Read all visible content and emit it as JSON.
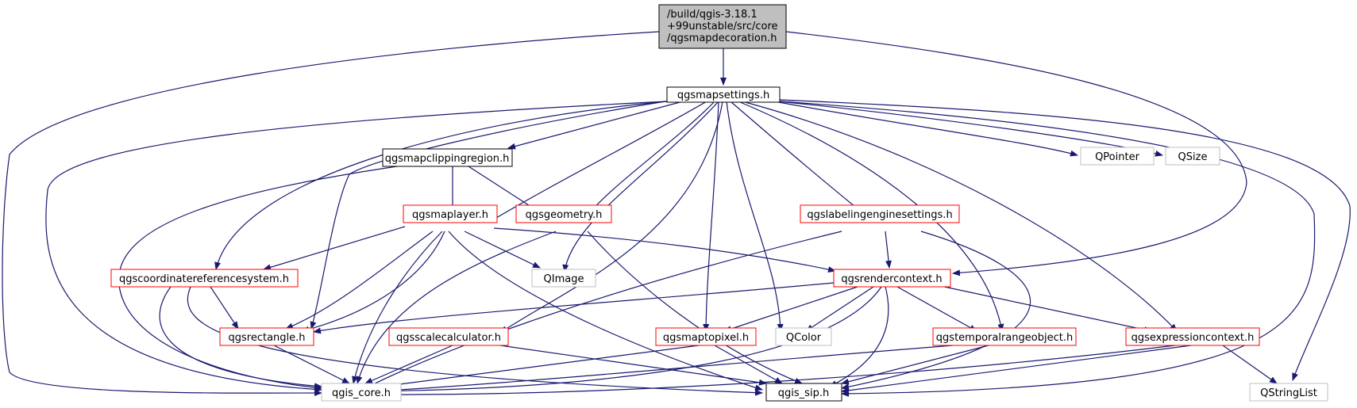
{
  "graph": {
    "root": {
      "line1": "/build/qgis-3.18.1",
      "line2": "+99unstable/src/core",
      "line3": "/qgsmapdecoration.h"
    },
    "nodes": {
      "qgsmapsettings": "qgsmapsettings.h",
      "qgsmapclippingregion": "qgsmapclippingregion.h",
      "qgsmaplayer": "qgsmaplayer.h",
      "qgsgeometry": "qgsgeometry.h",
      "qgslabelingenginesettings": "qgslabelingenginesettings.h",
      "qgscoordinatereferencesystem": "qgscoordinatereferencesystem.h",
      "qimage": "QImage",
      "qgsrendercontext": "qgsrendercontext.h",
      "qgsrectangle": "qgsrectangle.h",
      "qgsscalecalculator": "qgsscalecalculator.h",
      "qgsmaptopixel": "qgsmaptopixel.h",
      "qcolor": "QColor",
      "qgstemporalrangeobject": "qgstemporalrangeobject.h",
      "qgsexpressioncontext": "qgsexpressioncontext.h",
      "qgis_core": "qgis_core.h",
      "qgis_sip": "qgis_sip.h",
      "qstringlist": "QStringList",
      "qpointer": "QPointer",
      "qsize": "QSize"
    },
    "colors": {
      "edge": "#191970",
      "root_fill": "#bfbfbf",
      "border_normal": "#000000",
      "border_incomplete": "#ff0000",
      "border_external": "#bfbfbf",
      "text": "#000000"
    }
  }
}
